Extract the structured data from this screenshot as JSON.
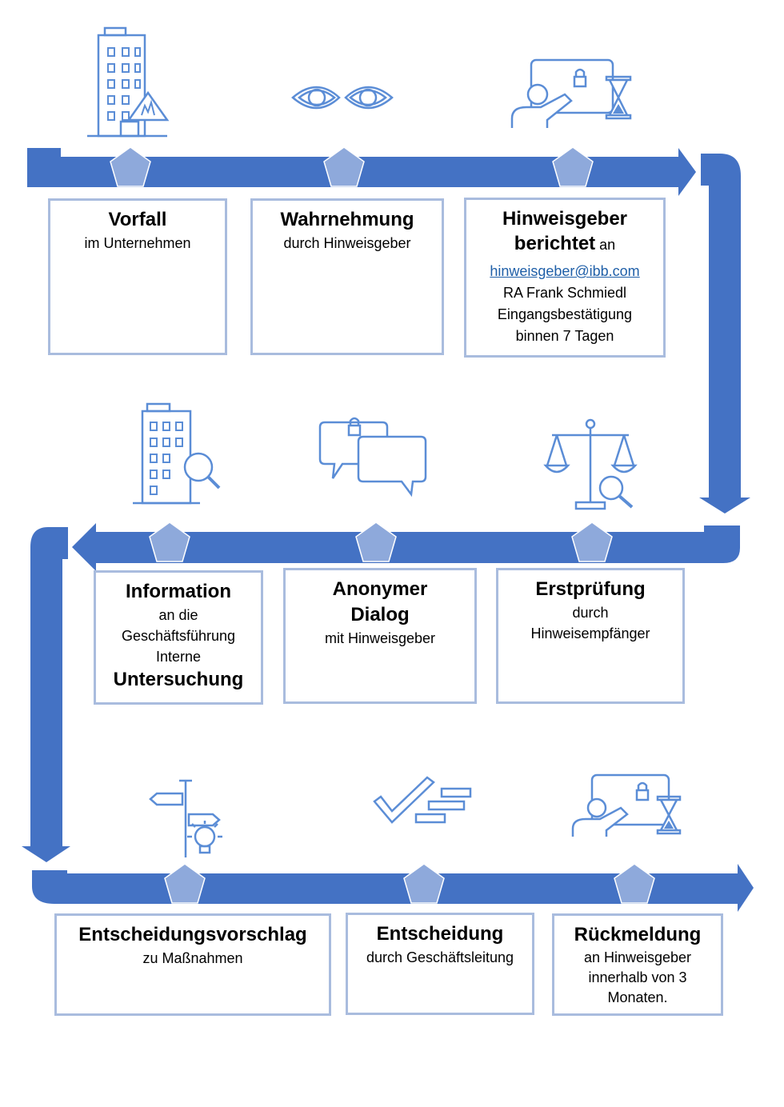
{
  "colors": {
    "arrow": "#4472c4",
    "marker": "#8ea9db",
    "box_border": "#a9bcde",
    "icon_stroke": "#5b8dd6",
    "link": "#1f5fa8"
  },
  "rows": [
    {
      "direction": "right",
      "steps": [
        {
          "icon": "office-building-alarm-icon",
          "title": "Vorfall",
          "subtitle": "im Unternehmen"
        },
        {
          "icon": "eyes-icon",
          "title": "Wahrnehmung",
          "subtitle": "durch Hinweisgeber"
        },
        {
          "icon": "presenter-lock-hourglass-icon",
          "title_line1": "Hinweisgeber",
          "title_line2_bold": "berichtet",
          "title_line2_rest": " an",
          "email": "hinweisgeber@ibb.com",
          "lines": [
            "RA Frank Schmiedl",
            "Eingangsbestätigung",
            "binnen 7 Tagen"
          ]
        }
      ]
    },
    {
      "direction": "left",
      "steps": [
        {
          "icon": "scales-magnifier-icon",
          "title": "Erstprüfung",
          "lines": [
            "durch",
            "Hinweisempfänger"
          ]
        },
        {
          "icon": "chat-bubbles-lock-icon",
          "title_line1": "Anonymer",
          "title_line2": "Dialog",
          "subtitle": "mit Hinweisgeber"
        },
        {
          "icon": "office-building-magnifier-icon",
          "title": "Information",
          "lines": [
            "an die",
            "Geschäftsführung",
            "Interne"
          ],
          "title_bottom": "Untersuchung"
        }
      ]
    },
    {
      "direction": "right",
      "steps": [
        {
          "icon": "signpost-lightbulb-icon",
          "title": "Entscheidungsvorschlag",
          "subtitle": "zu Maßnahmen"
        },
        {
          "icon": "checkmarks-list-icon",
          "title": "Entscheidung",
          "subtitle": "durch Geschäftsleitung"
        },
        {
          "icon": "presenter-lock-hourglass-icon",
          "title": "Rückmeldung",
          "lines": [
            "an Hinweisgeber",
            "innerhalb von 3",
            "Monaten."
          ]
        }
      ]
    }
  ]
}
